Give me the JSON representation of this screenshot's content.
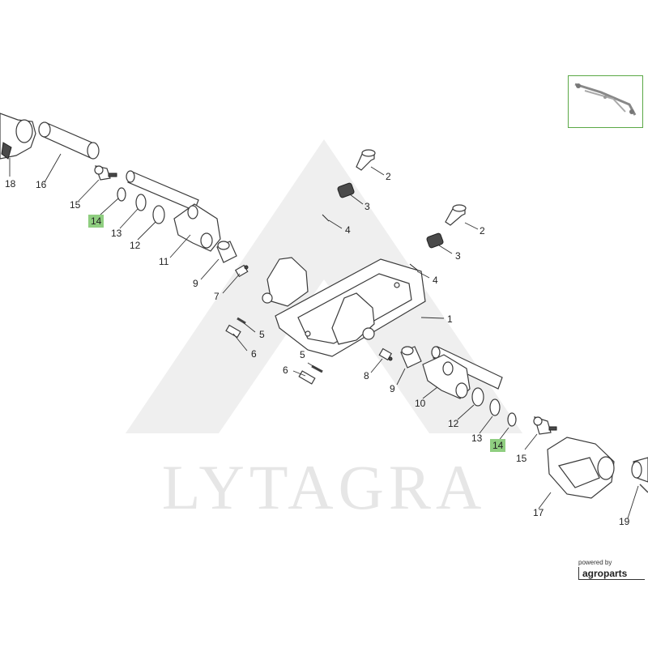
{
  "watermark": {
    "text": "LYTAGRA"
  },
  "branding": {
    "powered_by": "powered by",
    "name": "agroparts"
  },
  "colors": {
    "highlight": "#8fce80",
    "thumbnail_border": "#5aa845",
    "line": "#3a3a3a"
  },
  "callouts": {
    "c1": "1",
    "c2a": "2",
    "c2b": "2",
    "c3a": "3",
    "c3b": "3",
    "c4a": "4",
    "c4b": "4",
    "c5a": "5",
    "c5b": "5",
    "c6a": "6",
    "c6b": "6",
    "c7": "7",
    "c8": "8",
    "c9a": "9",
    "c9b": "9",
    "c10": "10",
    "c11": "11",
    "c12a": "12",
    "c12b": "12",
    "c13a": "13",
    "c13b": "13",
    "c14a": "14",
    "c14b": "14",
    "c15a": "15",
    "c15b": "15",
    "c16": "16",
    "c17": "17",
    "c18": "18",
    "c19": "19"
  },
  "highlighted_part": "14"
}
